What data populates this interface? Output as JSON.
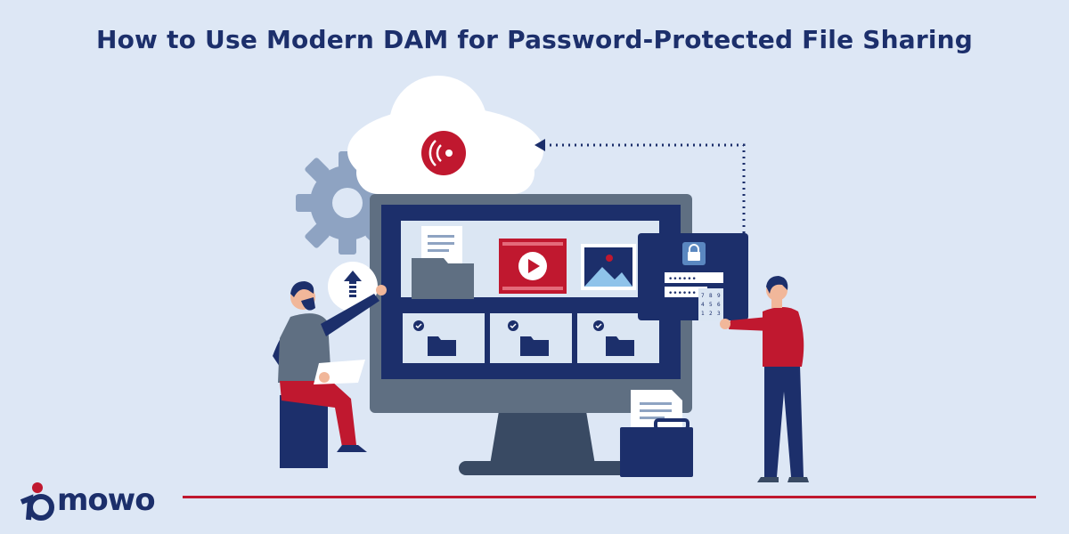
{
  "header": {
    "title": "How to Use Modern DAM for Password-Protected File Sharing"
  },
  "brand": {
    "name": "mowo",
    "rule_color": "#c0182f"
  },
  "colors": {
    "background": "#dde7f5",
    "navy": "#1c2f6b",
    "accent_red": "#c0182f",
    "monitor_gray": "#5f6f82",
    "screen_light": "#dbe6f3"
  },
  "login_panel": {
    "password_mask_1": "••••••",
    "password_mask_2": "••••••",
    "keypad": [
      "7",
      "8",
      "9",
      "4",
      "5",
      "6",
      "1",
      "2",
      "3"
    ]
  },
  "icons": [
    "cloud-icon",
    "broadcast-icon",
    "gear-icon",
    "folder-icon",
    "video-play-icon",
    "image-icon",
    "lock-icon",
    "upload-icon",
    "check-icon",
    "document-icon",
    "briefcase-icon"
  ]
}
